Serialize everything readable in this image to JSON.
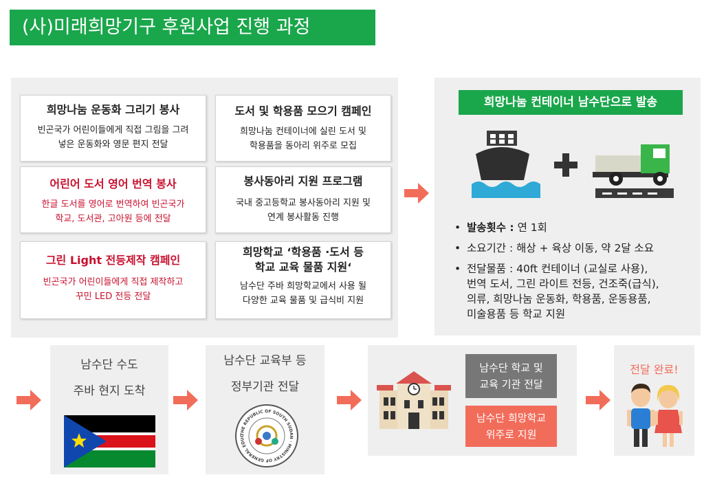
{
  "title": "(사)미래희망기구 후원사업 진행 과정",
  "cards": [
    {
      "title": "희망나눔 운동화 그리기 봉사",
      "desc1": "빈곤국가 어린이들에게 직접 그림을 그려",
      "desc2": "넣은 운동화와 영문 편지 전달",
      "color": "#222222"
    },
    {
      "title": "도서 및 학용품 모으기 캠페인",
      "desc1": "희망나눔 컨테이너에 실린 도서 및",
      "desc2": "학용품을 동아리 위주로 모집",
      "color": "#222222"
    },
    {
      "title": "어린어 도서 영어 번역 봉사",
      "desc1": "한글 도서를 영어로 번역하여 빈곤국가",
      "desc2": "학교, 도서관, 고아원 등에 전달",
      "color": "#c8102e"
    },
    {
      "title": "봉사동아리 지원 프로그램",
      "desc1": "국내 중고등학교 봉사동아리 지원 및",
      "desc2": "연계 봉사활동 진행",
      "color": "#222222"
    },
    {
      "title": "그린 Light 전등제작 캠페인",
      "desc1": "빈곤국가 어린이들에게 직접 제작하고",
      "desc2": "꾸민 LED 전등 전달",
      "color": "#c8102e"
    },
    {
      "title": "희망학교 ‘학용품 ·도서 등",
      "title2": "학교 교육 물품 지원‘",
      "desc1": "남수단  주바 희망학교에서 사용 될",
      "desc2": "다양한 교육 물품 및 급식비 지원",
      "color": "#222222"
    }
  ],
  "shipping": {
    "label": "희망나눔 컨테이너 남수단으로 발송",
    "plus": "+",
    "b1_bold": "발송횟수 :",
    "b1_rest": " 연 1회",
    "b2": "소요기간 : 해상 + 육상 이동,  약 2달 소요",
    "b3_l1": "전달물품 : 40ft 컨테이너 (교실로 사용),",
    "b3_l2": "번역 도서, 그린 라이트 전등, 건조죽(급식),",
    "b3_l3": "의류, 희망나눔 운동화, 학용품, 운동용품,",
    "b3_l4": "미술용품 등 학교 지원"
  },
  "steps": {
    "arrive_l1": "남수단 수도",
    "arrive_l2": "주바 현지 도착",
    "gov_l1": "남수단 교육부 등",
    "gov_l2": "정부기관 전달",
    "seal_ring_text": "THE REPUBLIC OF SOUTH SUDAN · MINISTRY OF GENERAL EDUCATION AND INSTRUCTION",
    "school_grey_l1": "남수단 학교 및",
    "school_grey_l2": "교육 기관 전달",
    "school_red_l1": "남수단 희망학교",
    "school_red_l2": "위주로 지원",
    "done": "전달 완료!"
  },
  "colors": {
    "green": "#1aa64b",
    "red": "#c8102e",
    "salmon": "#f26c5a",
    "grey": "#777777",
    "panel": "#efefef"
  }
}
